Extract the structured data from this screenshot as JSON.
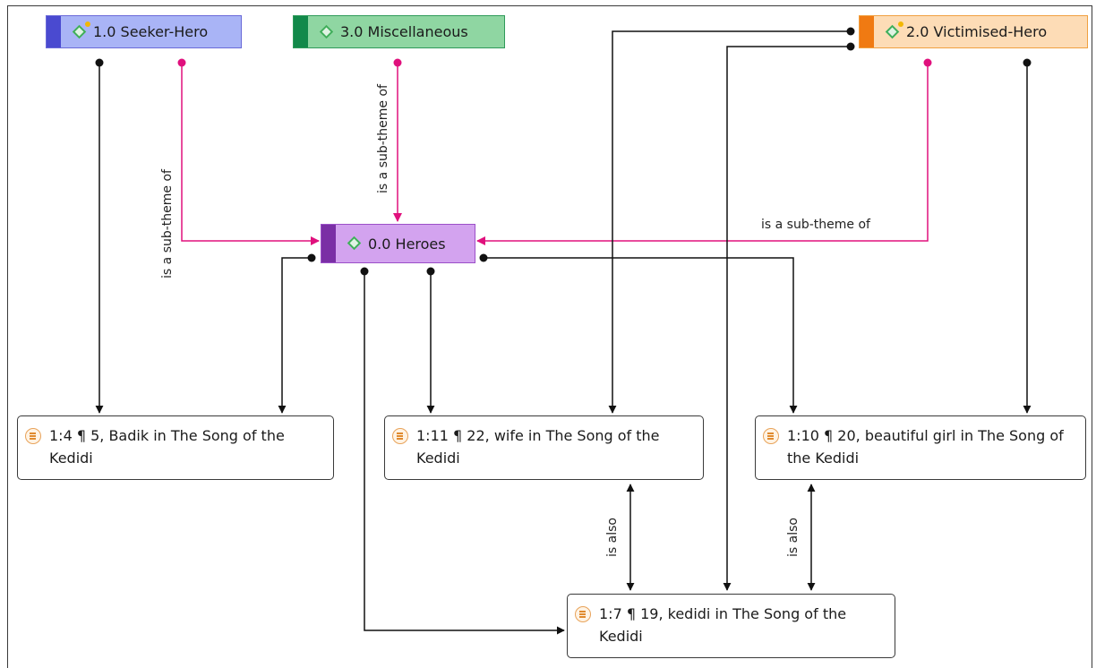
{
  "codes": {
    "seeker_hero": {
      "label": "1.0 Seeker-Hero",
      "fill": "#a9b4f6",
      "stripe": "#4a4ad0",
      "border": "#6a6ad8"
    },
    "miscellaneous": {
      "label": "3.0 Miscellaneous",
      "fill": "#8fd6a2",
      "stripe": "#12894a",
      "border": "#2f9a5a"
    },
    "victimised_hero": {
      "label": "2.0 Victimised-Hero",
      "fill": "#fddcb6",
      "stripe": "#f07a12",
      "border": "#f0a040"
    },
    "heroes": {
      "label": "0.0 Heroes",
      "fill": "#d3a3ef",
      "stripe": "#7a2fa5",
      "border": "#9b4fc8"
    }
  },
  "quotations": {
    "q_badik": {
      "label": "1:4 ¶ 5, Badik in The Song of the Kedidi"
    },
    "q_wife": {
      "label": "1:11 ¶ 22, wife in The Song of the Kedidi"
    },
    "q_girl": {
      "label": "1:10 ¶ 20, beautiful girl in The Song of the Kedidi"
    },
    "q_kedidi": {
      "label": "1:7 ¶ 19, kedidi in The Song of the Kedidi"
    }
  },
  "relations": {
    "sub_theme": "is a sub-theme of",
    "is_also": "is also"
  },
  "colors": {
    "sub_theme_link": "#e0107d",
    "link": "#111111",
    "frame": "#3a3a3a"
  },
  "icons": {
    "code": "diamond-code-icon",
    "quotation": "quotation-document-icon"
  }
}
